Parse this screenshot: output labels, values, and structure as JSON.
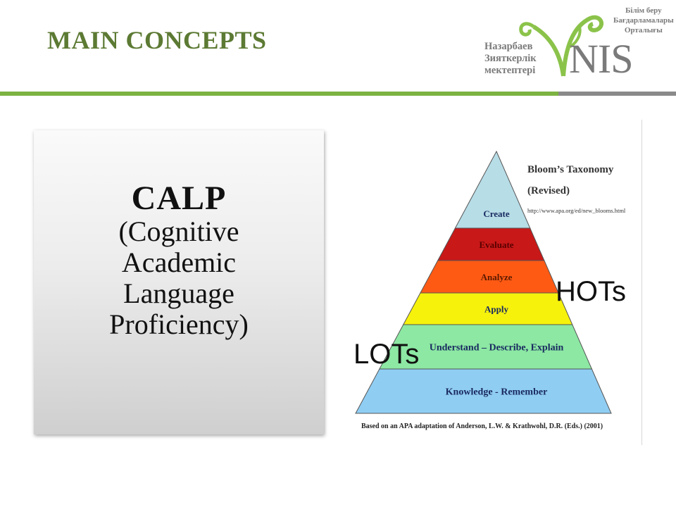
{
  "header": {
    "title": "MAIN CONCEPTS",
    "accent": "#7cb342",
    "title_color": "#5c7a33"
  },
  "logo": {
    "left_lines": [
      "Назарбаев",
      "Зияткерлік",
      "мектептері"
    ],
    "right_lines": [
      "Білім беру",
      "Бағдарламалары",
      "Орталығы"
    ],
    "wordmark": "NIS"
  },
  "calp": {
    "title": "CALP",
    "lines": [
      "(Cognitive",
      "Academic",
      "Language",
      "Proficiency)"
    ]
  },
  "pyramid": {
    "heading": "Bloom’s Taxonomy",
    "subheading": "(Revised)",
    "url": "http://www.apa.org/ed/new_blooms.html",
    "levels": [
      {
        "label": "Create",
        "color": "#b7dde7"
      },
      {
        "label": "Evaluate",
        "color": "#c81818"
      },
      {
        "label": "Analyze",
        "color": "#ff5a14"
      },
      {
        "label": "Apply",
        "color": "#f6f20c"
      },
      {
        "label": "Understand – Describe, Explain",
        "color": "#8ce8a3"
      },
      {
        "label": "Knowledge - Remember",
        "color": "#90cdf3"
      }
    ],
    "caption": "Based on an APA adaptation of Anderson, L.W. & Krathwohl, D.R. (Eds.) (2001)"
  },
  "labels": {
    "hots": "HOTs",
    "lots": "LOTs"
  }
}
